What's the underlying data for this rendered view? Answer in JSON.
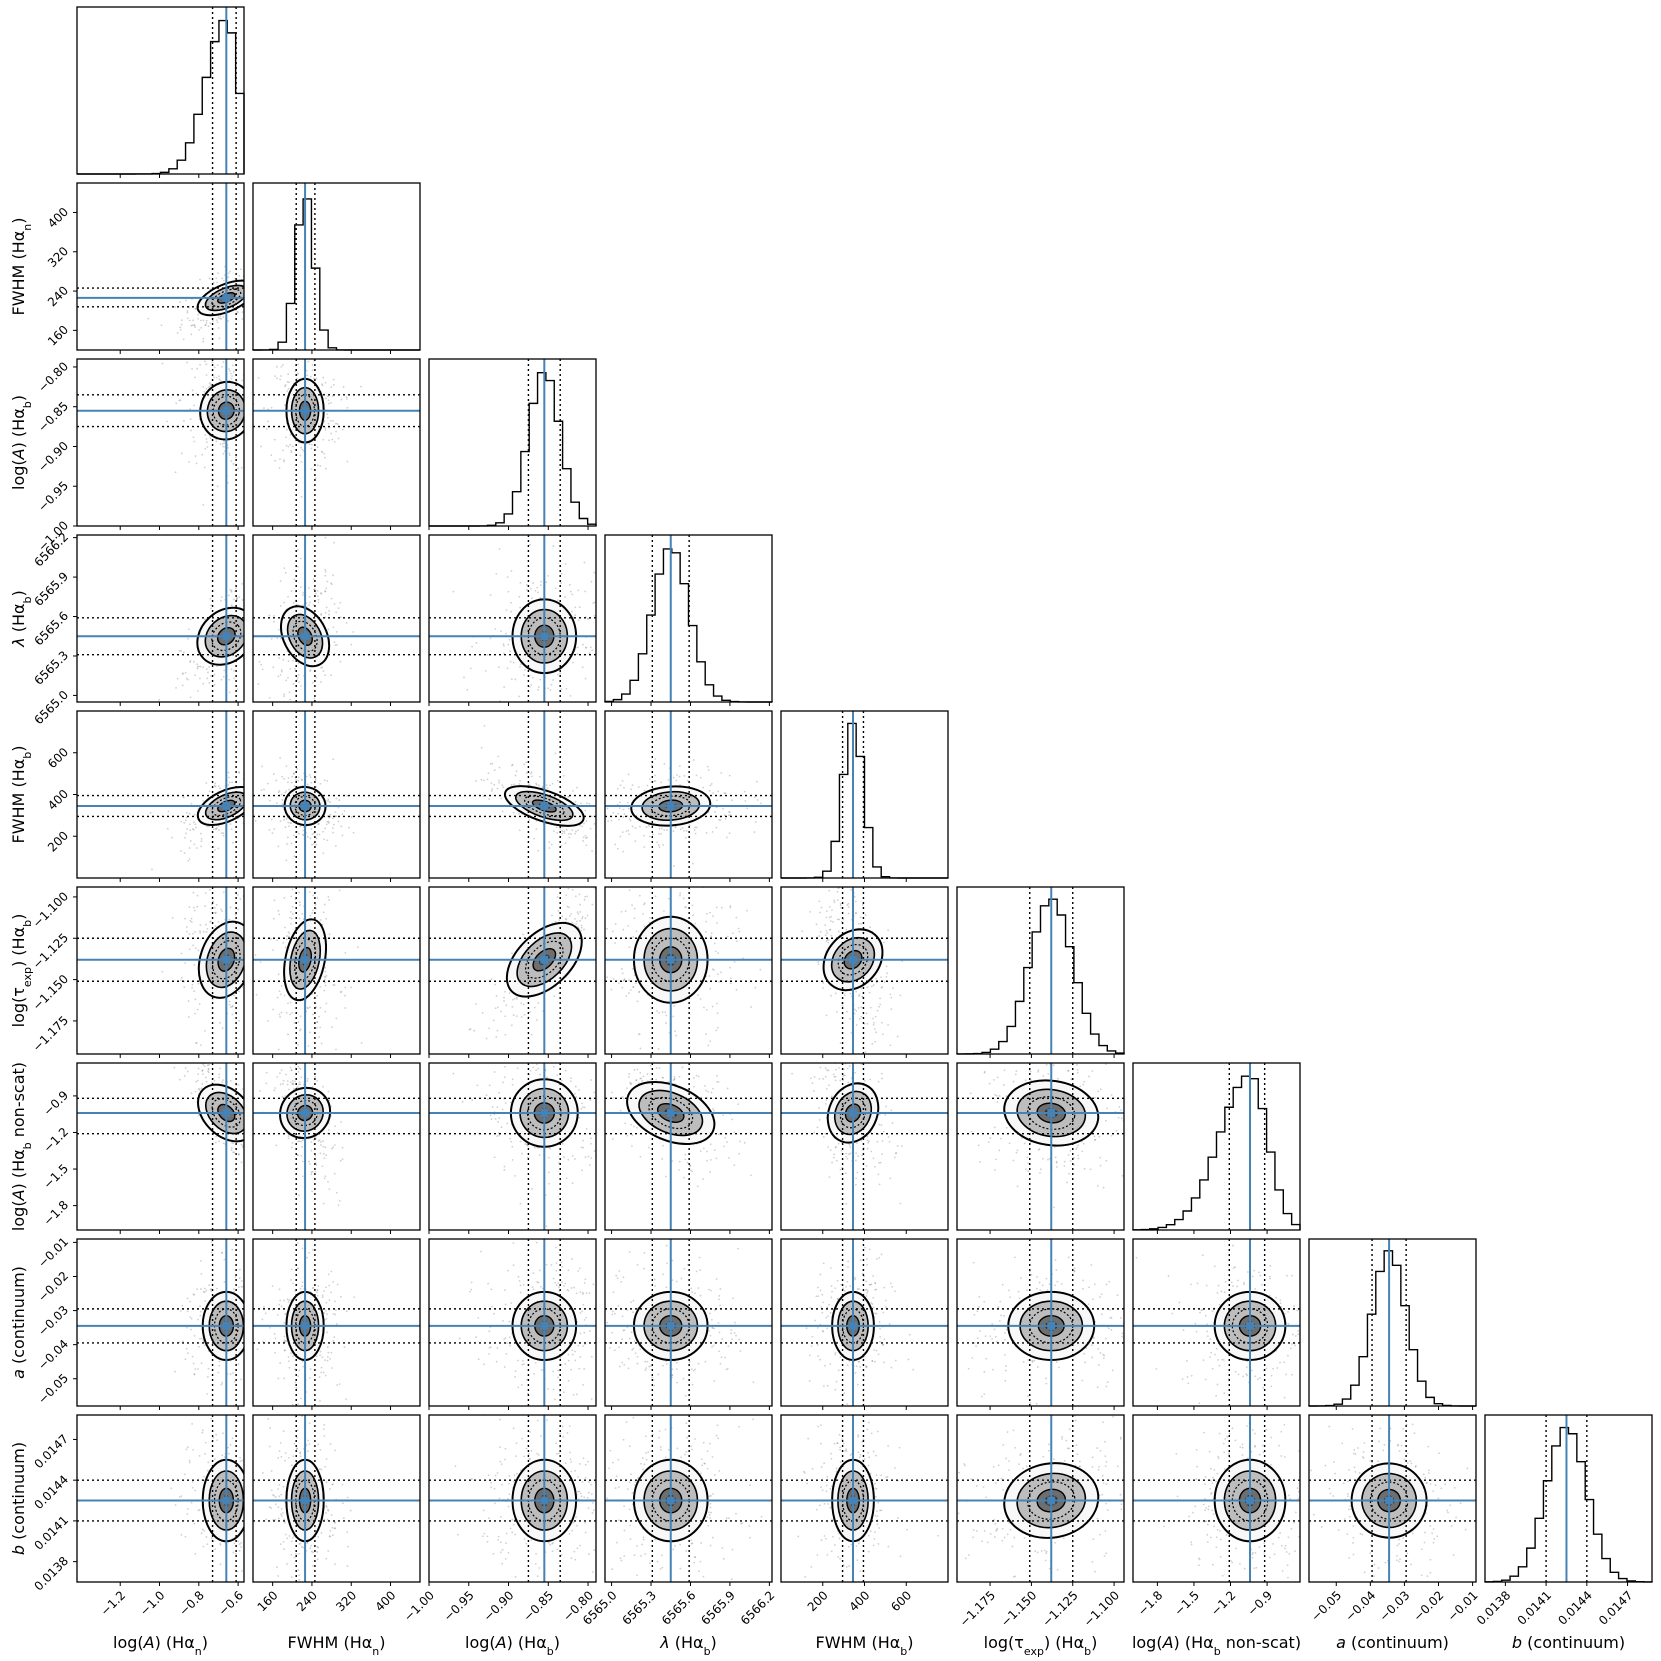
{
  "chart_data": {
    "type": "scatter",
    "title": "",
    "plot_kind": "corner",
    "grid": false,
    "truth_color": "#4682b4",
    "parameters": [
      {
        "label": "log(A) (Hαn)",
        "label_parts": [
          "log(",
          "A",
          ") (Hα",
          "n",
          ")"
        ],
        "range": [
          -1.42,
          -0.57
        ],
        "ticks": [
          -1.2,
          -1.0,
          -0.8,
          -0.6
        ],
        "tick_labels": [
          "−1.2",
          "−1.0",
          "−0.8",
          "−0.6"
        ],
        "median": -0.66,
        "q16": -0.73,
        "q84": -0.61
      },
      {
        "label": "FWHM (Hαn)",
        "label_parts": [
          "FWHM (Hα",
          "n",
          ")"
        ],
        "range": [
          120,
          460
        ],
        "ticks": [
          160,
          240,
          320,
          400
        ],
        "tick_labels": [
          "160",
          "240",
          "320",
          "400"
        ],
        "median": 226,
        "q16": 208,
        "q84": 246
      },
      {
        "label": "log(A) (Hαb)",
        "label_parts": [
          "log(",
          "A",
          ") (Hα",
          "b",
          ")"
        ],
        "range": [
          -1.0,
          -0.79
        ],
        "ticks": [
          -1.0,
          -0.95,
          -0.9,
          -0.85,
          -0.8
        ],
        "tick_labels": [
          "−1.00",
          "−0.95",
          "−0.90",
          "−0.85",
          "−0.80"
        ],
        "median": -0.855,
        "q16": -0.875,
        "q84": -0.835
      },
      {
        "label": "λ (Hαb)",
        "label_parts": [
          "λ",
          " (Hα",
          "b",
          ")"
        ],
        "range": [
          6564.95,
          6566.22
        ],
        "ticks": [
          6565.0,
          6565.3,
          6565.6,
          6565.9,
          6566.2
        ],
        "tick_labels": [
          "6565.0",
          "6565.3",
          "6565.6",
          "6565.9",
          "6566.2"
        ],
        "median": 6565.45,
        "q16": 6565.31,
        "q84": 6565.59
      },
      {
        "label": "FWHM (Hαb)",
        "label_parts": [
          "FWHM (Hα",
          "b",
          ")"
        ],
        "range": [
          0,
          800
        ],
        "ticks": [
          200,
          400,
          600
        ],
        "tick_labels": [
          "200",
          "400",
          "600"
        ],
        "median": 345,
        "q16": 295,
        "q84": 395
      },
      {
        "label": "log(τexp) (Hαb)",
        "label_parts": [
          "log(τ",
          "exp",
          ") (Hα",
          "b",
          ")"
        ],
        "range": [
          -1.195,
          -1.094
        ],
        "ticks": [
          -1.175,
          -1.15,
          -1.125,
          -1.1
        ],
        "tick_labels": [
          "−1.175",
          "−1.150",
          "−1.125",
          "−1.100"
        ],
        "median": -1.138,
        "q16": -1.151,
        "q84": -1.125
      },
      {
        "label": "log(A) (Hαb non-scat)",
        "label_parts": [
          "log(",
          "A",
          ") (Hα",
          "b",
          " non-scat)"
        ],
        "range": [
          -2.0,
          -0.63
        ],
        "ticks": [
          -1.8,
          -1.5,
          -1.2,
          -0.9
        ],
        "tick_labels": [
          "−1.8",
          "−1.5",
          "−1.2",
          "−0.9"
        ],
        "median": -1.04,
        "q16": -1.21,
        "q84": -0.92
      },
      {
        "label": "a (continuum)",
        "label_parts": [
          "a",
          " (continuum)"
        ],
        "range": [
          -0.058,
          -0.009
        ],
        "ticks": [
          -0.05,
          -0.04,
          -0.03,
          -0.02,
          -0.01
        ],
        "tick_labels": [
          "−0.05",
          "−0.04",
          "−0.03",
          "−0.02",
          "−0.01"
        ],
        "median": -0.0345,
        "q16": -0.0395,
        "q84": -0.0295
      },
      {
        "label": "b (continuum)",
        "label_parts": [
          "b",
          " (continuum)"
        ],
        "range": [
          0.01365,
          0.01488
        ],
        "ticks": [
          0.0138,
          0.0141,
          0.0144,
          0.0147
        ],
        "tick_labels": [
          "0.0138",
          "0.0141",
          "0.0144",
          "0.0147"
        ],
        "median": 0.01425,
        "q16": 0.0141,
        "q84": 0.0144
      }
    ]
  }
}
